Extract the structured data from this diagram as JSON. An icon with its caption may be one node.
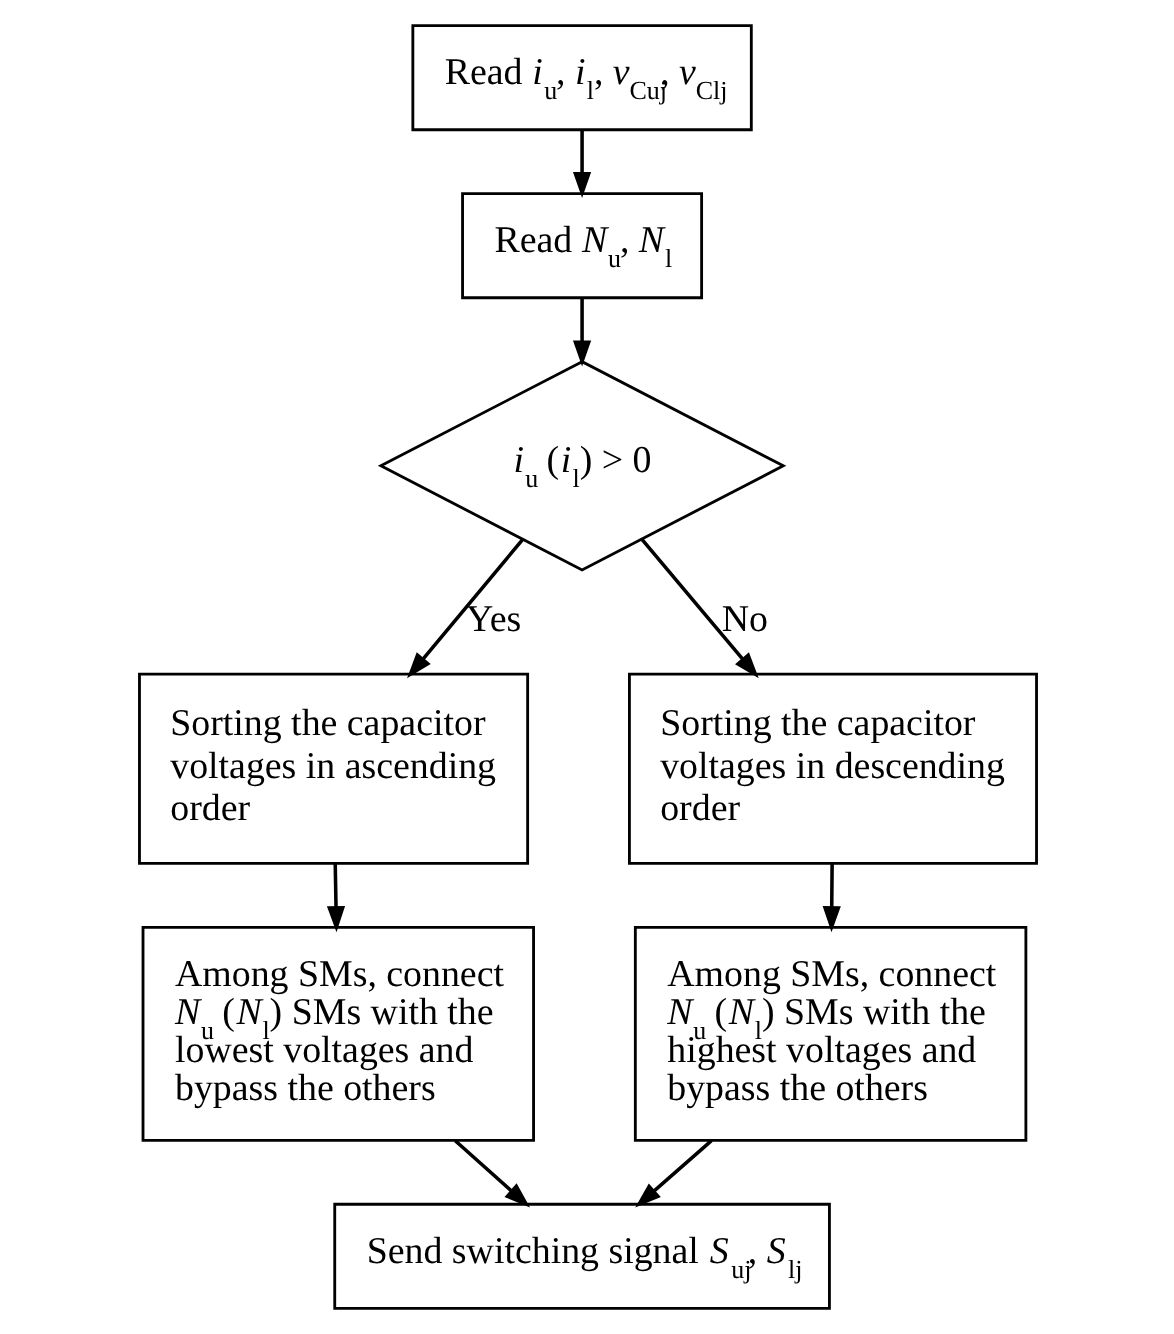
{
  "diagram": {
    "nodes": [
      {
        "text": [
          "Read *i*$_{u}$, *i*$_{l}$, *v*$_{Cuj}$, *v*$_{Clj}$"
        ]
      },
      {
        "text": [
          "Read *N*$_{u}$, *N*$_{l}$"
        ]
      },
      {
        "text": [
          "*i*$_{u}$ (*i*$_{l}$) > 0"
        ]
      },
      {
        "text": [
          "Sorting the capacitor voltages in ascending order"
        ]
      },
      {
        "text": [
          "Sorting the capacitor voltages in descending order"
        ]
      },
      {
        "text": [
          "Among SMs, connect *N*$_{u}$ (*N*$_{l}$) SMs with the lowest voltages and bypass the others"
        ]
      },
      {
        "text": [
          "Among SMs, connect *N*$_{u}$ (*N*$_{l}$) SMs with the highest voltages and bypass the others"
        ]
      },
      {
        "text": [
          "Send switching signal *S*$_{uj}$, *S*$_{lj}$"
        ]
      }
    ],
    "edges": [
      {
        "from": 0,
        "to": 1,
        "arrow": "to"
      },
      {
        "from": 1,
        "to": 2,
        "arrow": "to"
      },
      {
        "from": 2,
        "to": 3,
        "arrow": "to",
        "label": "Yes"
      },
      {
        "from": 2,
        "to": 4,
        "arrow": "to",
        "label": "No"
      },
      {
        "from": 3,
        "to": 5,
        "arrow": "to"
      },
      {
        "from": 4,
        "to": 6,
        "arrow": "to"
      },
      {
        "from": 5,
        "to": 7,
        "arrow": "to"
      },
      {
        "from": 6,
        "to": 7,
        "arrow": "to"
      }
    ]
  }
}
